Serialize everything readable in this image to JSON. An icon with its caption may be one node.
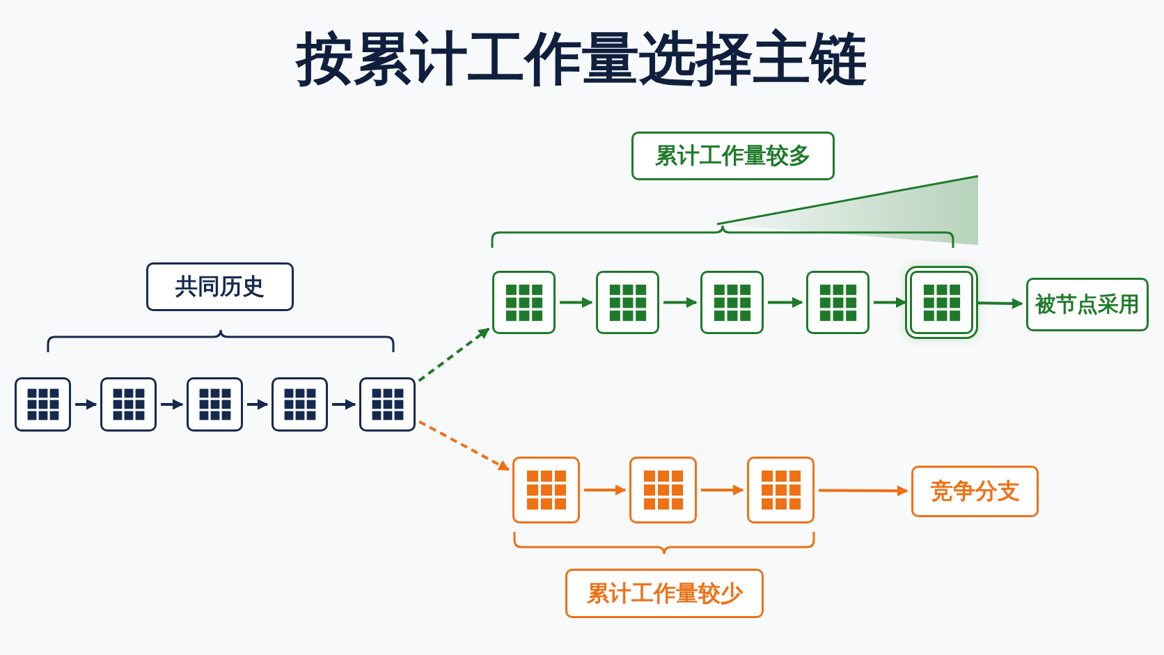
{
  "diagram": {
    "title": "按累计工作量选择主链",
    "nodes": [
      {
        "text": [
          "累计工作量较多"
        ]
      },
      {
        "text": [
          "共同历史"
        ]
      },
      {
        "text": [],
        "shape": "box"
      },
      {
        "text": [],
        "shape": "box"
      },
      {
        "text": [],
        "shape": "box"
      },
      {
        "text": [],
        "shape": "box"
      },
      {
        "text": [],
        "shape": "box"
      },
      {
        "text": [
          "被节点采用"
        ]
      },
      {
        "text": [],
        "shape": "box"
      },
      {
        "text": [],
        "shape": "box"
      },
      {
        "text": [],
        "shape": "box"
      },
      {
        "text": [],
        "shape": "box"
      },
      {
        "text": [],
        "shape": "box"
      },
      {
        "text": [],
        "shape": "box"
      },
      {
        "text": [],
        "shape": "box"
      },
      {
        "text": [],
        "shape": "box"
      },
      {
        "text": [
          "竞争分支"
        ]
      },
      {
        "text": [
          "累计工作量较少"
        ]
      }
    ],
    "edges": [
      {
        "from": 8,
        "to": 9,
        "arrow": "to",
        "color": "#15294f"
      },
      {
        "from": 9,
        "to": 10,
        "arrow": "to",
        "color": "#15294f"
      },
      {
        "from": 10,
        "to": 11,
        "arrow": "to",
        "color": "#15294f"
      },
      {
        "from": 11,
        "to": 12,
        "arrow": "to",
        "color": "#15294f"
      },
      {
        "from": 12,
        "to": 2,
        "arrow": "to",
        "style": "dashed",
        "color": "#1e7a2a"
      },
      {
        "from": 12,
        "to": 13,
        "arrow": "to",
        "style": "dashed",
        "color": "#f07014"
      },
      {
        "from": 2,
        "to": 3,
        "arrow": "to",
        "color": "#1e7a2a"
      },
      {
        "from": 3,
        "to": 4,
        "arrow": "to",
        "color": "#1e7a2a"
      },
      {
        "from": 4,
        "to": 5,
        "arrow": "to",
        "color": "#1e7a2a"
      },
      {
        "from": 5,
        "to": 6,
        "arrow": "to",
        "color": "#1e7a2a"
      },
      {
        "from": 6,
        "to": 7,
        "arrow": "to",
        "color": "#1e7a2a"
      },
      {
        "from": 13,
        "to": 14,
        "arrow": "to",
        "color": "#f07014"
      },
      {
        "from": 14,
        "to": 15,
        "arrow": "to",
        "color": "#f07014"
      },
      {
        "from": 15,
        "to": 16,
        "arrow": "to",
        "color": "#f07014"
      }
    ]
  }
}
